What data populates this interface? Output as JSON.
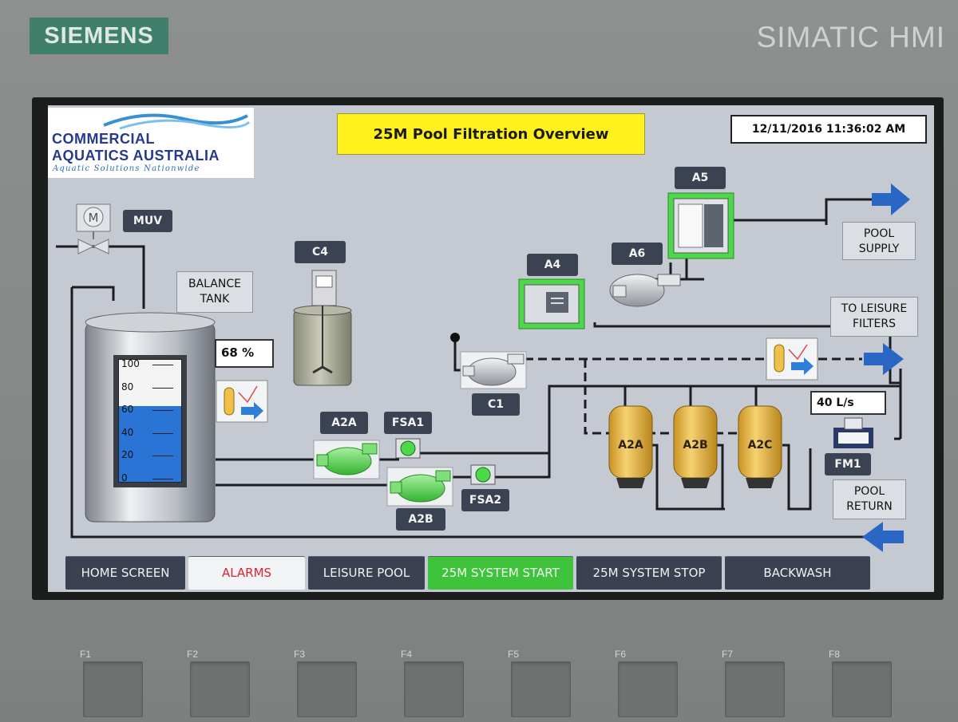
{
  "device": {
    "brand": "SIEMENS",
    "model": "SIMATIC HMI"
  },
  "screen": {
    "logo": {
      "line1": "COMMERCIAL",
      "line2": "AQUATICS AUSTRALIA",
      "tagline": "Aquatic Solutions Nationwide"
    },
    "title": "25M Pool Filtration Overview",
    "datetime": "12/11/2016 11:36:02 AM",
    "balance_tank": {
      "label_line1": "BALANCE",
      "label_line2": "TANK",
      "level_text": "68 %",
      "level_fraction": 0.62,
      "scale": [
        "100",
        "80",
        "60",
        "40",
        "20",
        "0"
      ]
    },
    "tags": {
      "muv": "MUV",
      "c4": "C4",
      "a4": "A4",
      "a5": "A5",
      "a6": "A6",
      "c1": "C1",
      "a2a_pump": "A2A",
      "a2b_pump": "A2B",
      "fsa1": "FSA1",
      "fsa2": "FSA2",
      "fm1": "FM1",
      "filter_a2a": "A2A",
      "filter_a2b": "A2B",
      "filter_a2c": "A2C"
    },
    "flow_rate": "40 L/s",
    "labels": {
      "pool_supply_1": "POOL",
      "pool_supply_2": "SUPPLY",
      "leisure_1": "TO LEISURE",
      "leisure_2": "FILTERS",
      "pool_return_1": "POOL",
      "pool_return_2": "RETURN"
    },
    "colors": {
      "running": "#4cd84a",
      "pipe": "#1a1c20",
      "arrow": "#2a66c4",
      "filter": "#e8b53a"
    },
    "nav": {
      "home": "HOME SCREEN",
      "alarms": "ALARMS",
      "leisure": "LEISURE POOL",
      "start": "25M SYSTEM START",
      "stop": "25M SYSTEM STOP",
      "backwash": "BACKWASH"
    }
  },
  "function_keys": [
    "F1",
    "F2",
    "F3",
    "F4",
    "F5",
    "F6",
    "F7",
    "F8"
  ]
}
